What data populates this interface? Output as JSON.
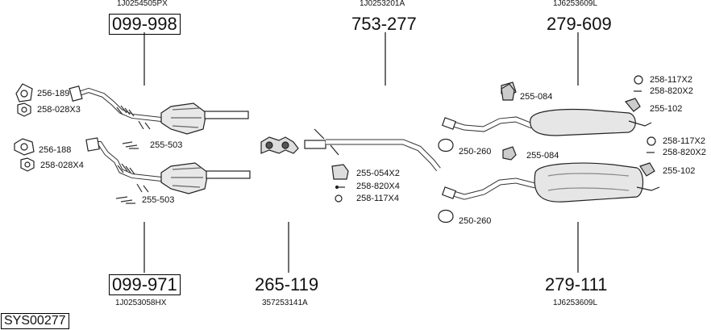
{
  "diagram_id": "SYS00277",
  "groups": [
    {
      "part_no": "099-998",
      "oem": "1J0254505PX"
    },
    {
      "part_no": "753-277",
      "oem": "1J0253201A"
    },
    {
      "part_no": "279-609",
      "oem": "1J6253609L"
    },
    {
      "part_no": "099-971",
      "oem": "1J0253058HX"
    },
    {
      "part_no": "265-119",
      "oem": "357253141A"
    },
    {
      "part_no": "279-111",
      "oem": "1J6253609L"
    }
  ],
  "parts": [
    "256-189",
    "258-028X3",
    "255-503",
    "256-188",
    "258-028X4",
    "255-503",
    "255-054X2",
    "258-820X4",
    "258-117X4",
    "255-084",
    "258-117X2",
    "258-820X2",
    "255-102",
    "250-260",
    "255-084",
    "258-117X2",
    "258-820X2",
    "255-102",
    "250-260"
  ]
}
